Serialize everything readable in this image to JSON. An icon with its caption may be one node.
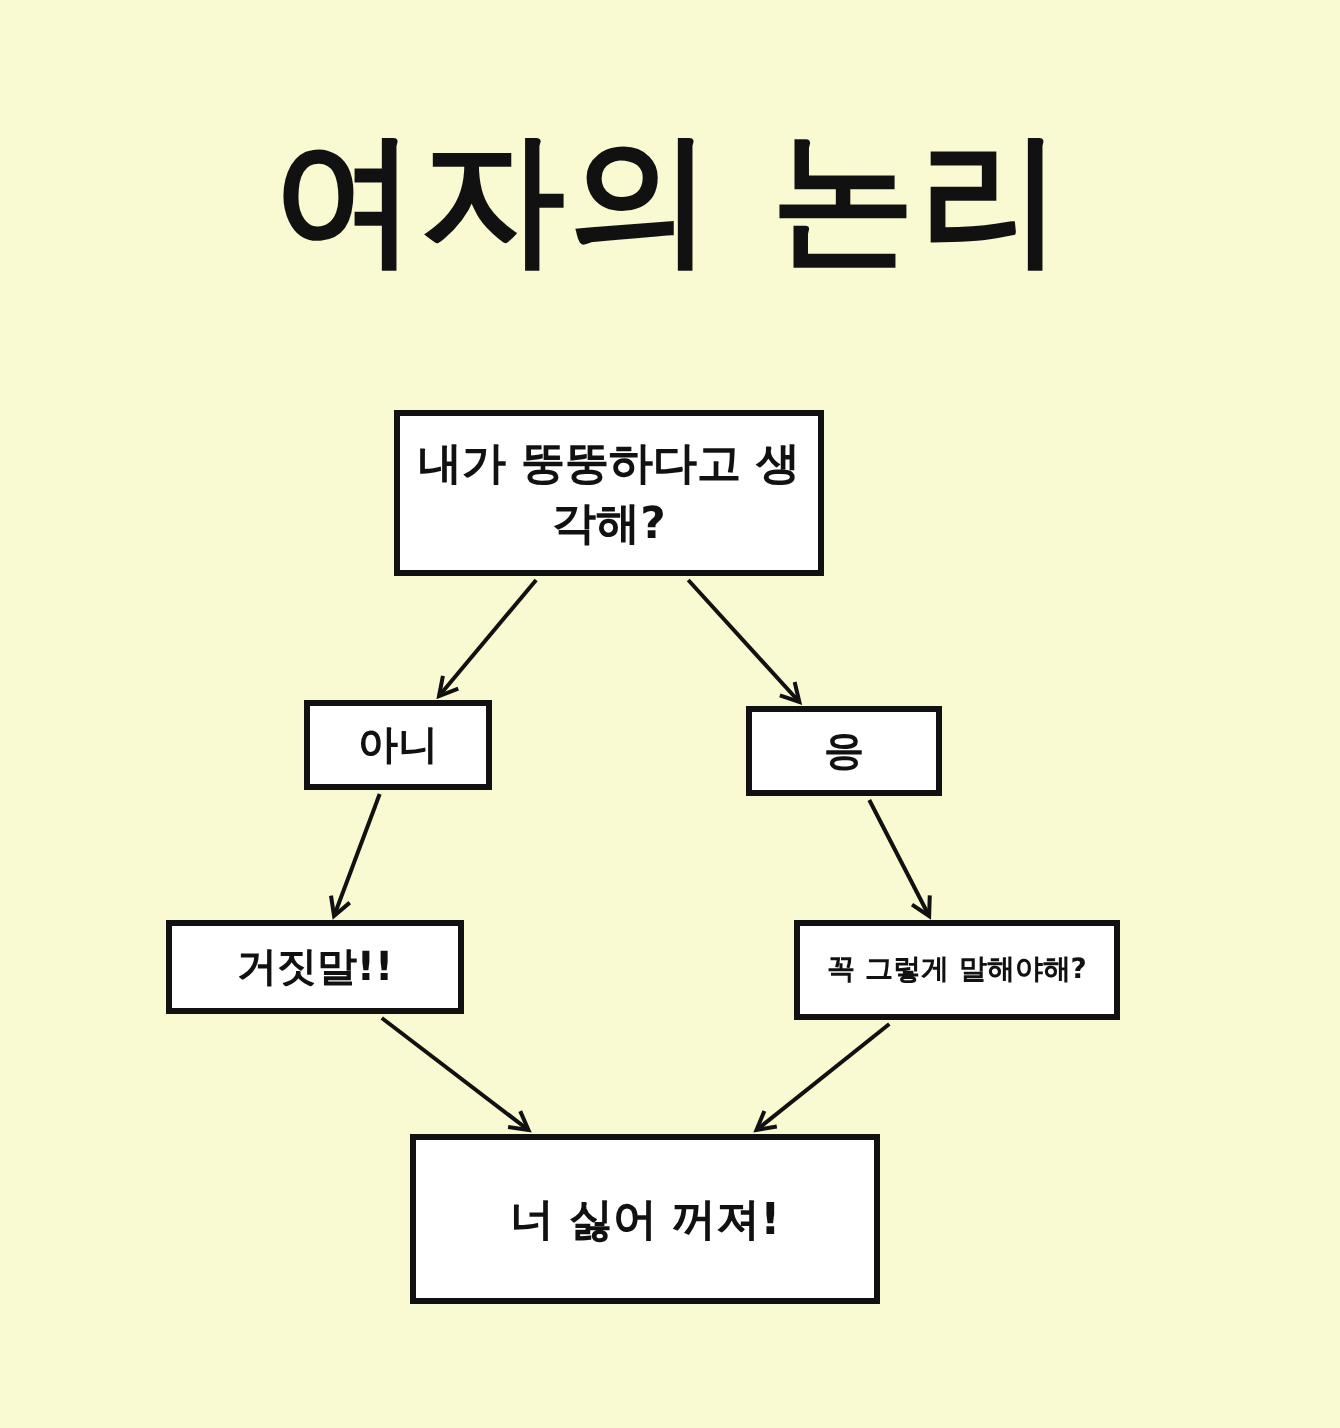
{
  "diagram": {
    "title": "여자의 논리",
    "nodes": [
      {
        "text": [
          "내가 뚱뚱하다고 생각해?"
        ]
      },
      {
        "text": [
          "아니"
        ]
      },
      {
        "text": [
          "응"
        ]
      },
      {
        "text": [
          "거짓말!!"
        ]
      },
      {
        "text": [
          "꼭 그렇게 말해야해?"
        ]
      },
      {
        "text": [
          "너 싫어 꺼져!"
        ]
      }
    ],
    "edges": [
      {
        "from": 0,
        "to": 1,
        "arrow": "to"
      },
      {
        "from": 0,
        "to": 2,
        "arrow": "to"
      },
      {
        "from": 1,
        "to": 3,
        "arrow": "to"
      },
      {
        "from": 2,
        "to": 4,
        "arrow": "to"
      },
      {
        "from": 3,
        "to": 5,
        "arrow": "to"
      },
      {
        "from": 4,
        "to": 5,
        "arrow": "to"
      }
    ]
  }
}
